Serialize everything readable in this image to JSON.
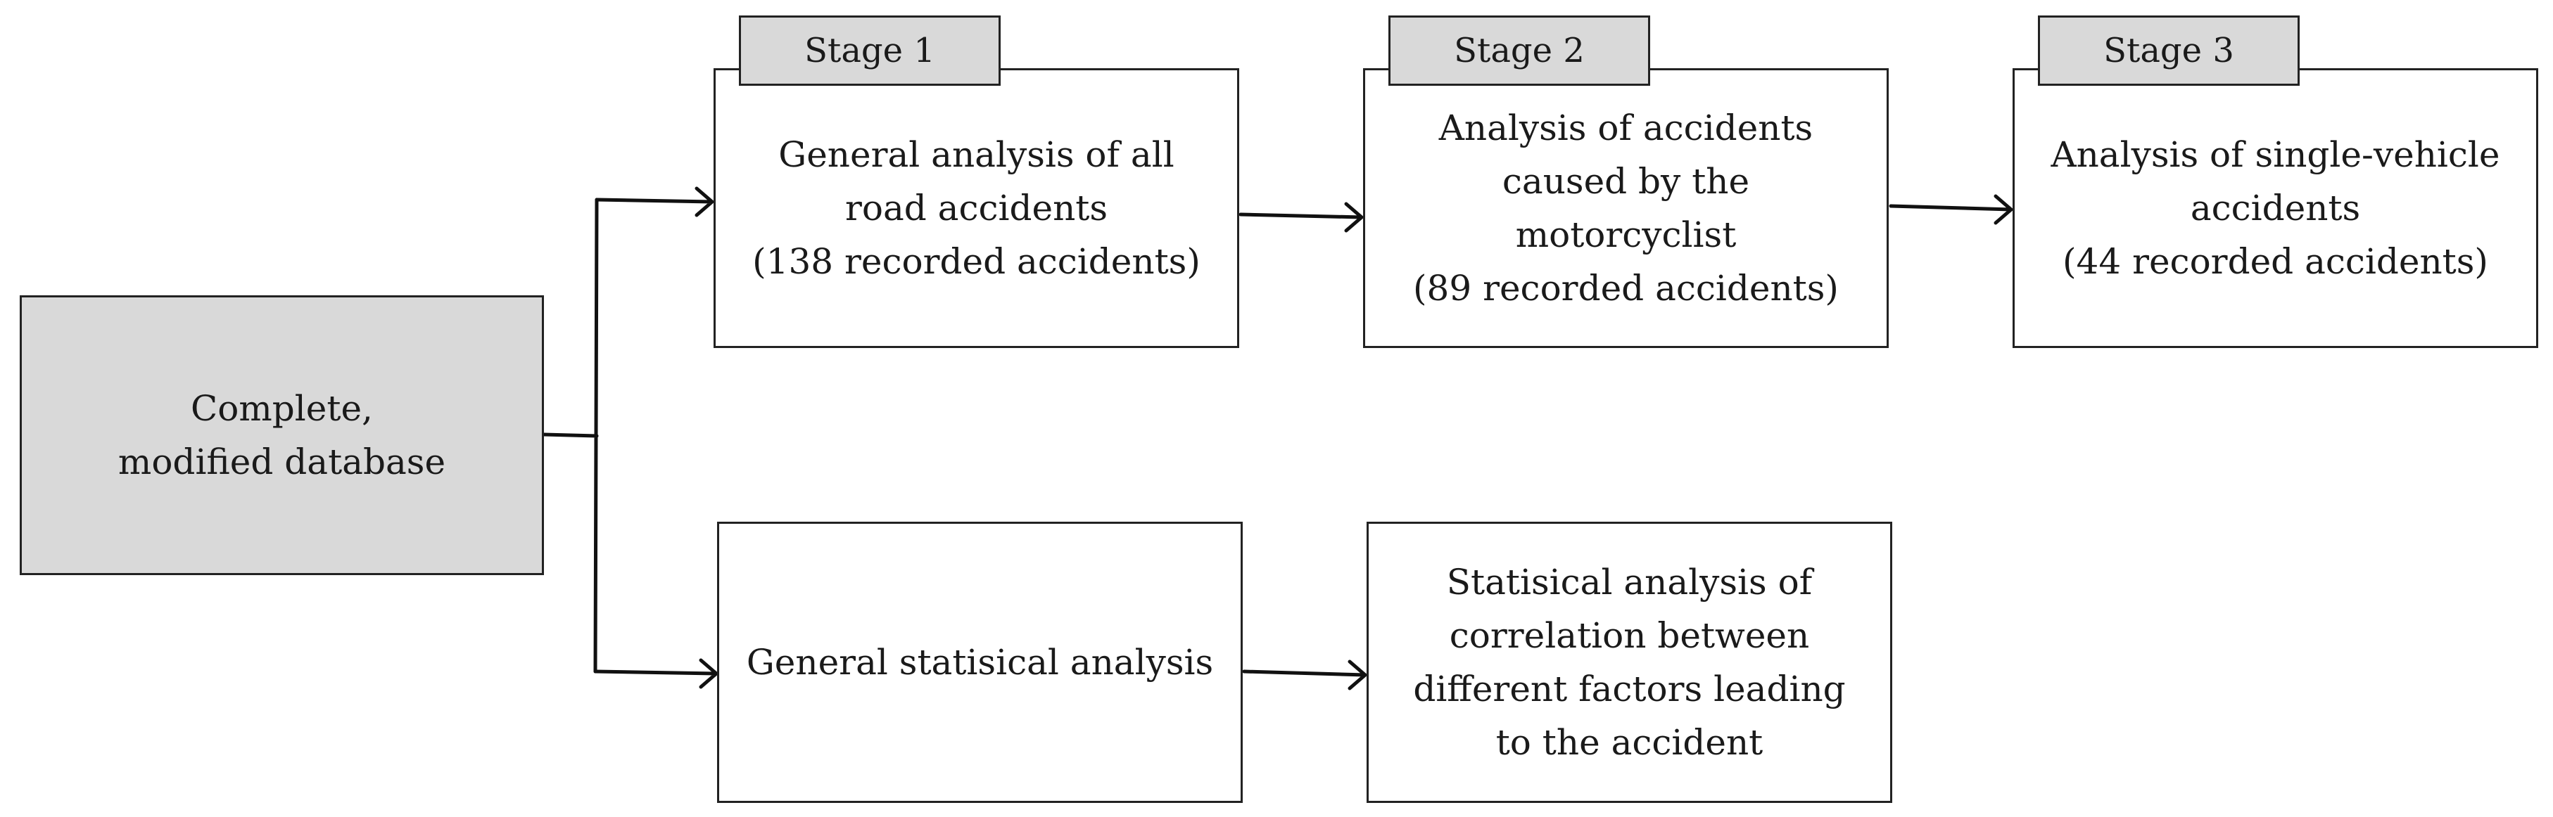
{
  "source": {
    "lines": [
      "Complete,",
      "modified database"
    ]
  },
  "stages": [
    {
      "tab": "Stage 1",
      "lines": [
        "General analysis of all",
        "road accidents",
        "(138 recorded accidents)"
      ]
    },
    {
      "tab": "Stage 2",
      "lines": [
        "Analysis of accidents",
        "caused by the",
        "motorcyclist",
        "(89 recorded accidents)"
      ]
    },
    {
      "tab": "Stage 3",
      "lines": [
        "Analysis of single-vehicle",
        "accidents",
        "(44 recorded accidents)"
      ]
    }
  ],
  "stats": [
    {
      "lines": [
        "General statisical analysis"
      ]
    },
    {
      "lines": [
        "Statisical analysis of",
        "correlation between",
        "different factors leading",
        "to the accident"
      ]
    }
  ]
}
